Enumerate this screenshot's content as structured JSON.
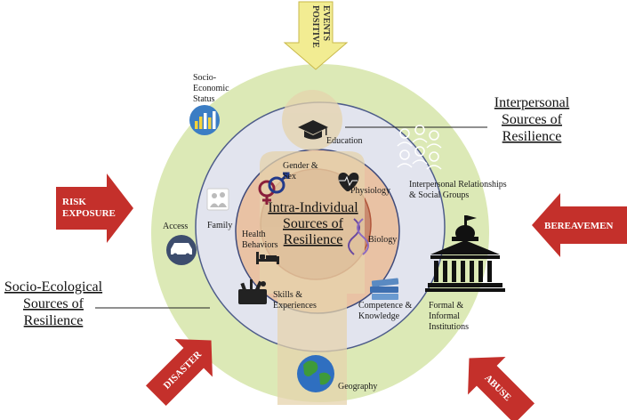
{
  "colors": {
    "outer_ring": "#dce9b6",
    "middle_ring": "#e2e4ee",
    "inner_ring": "#e9c2a4",
    "core": "#c98a6f",
    "figure": "#e5d3ac",
    "arrow_red": "#c4302b",
    "arrow_yellow": "#f2ec92"
  },
  "titles": {
    "intra": [
      "Intra-Individual",
      "Sources of",
      "Resilience"
    ],
    "interpersonal": [
      "Interpersonal",
      "Sources of",
      "Resilience"
    ],
    "socio_ecological": [
      "Socio-Ecological",
      "Sources of",
      "Resilience"
    ]
  },
  "arrows": {
    "positive": [
      "POSITIVE",
      "EVENTS"
    ],
    "risk": [
      "RISK",
      "EXPOSURE"
    ],
    "bereavement": "BEREAVEMEN",
    "disaster": "DISASTER",
    "abuse": "ABUSE"
  },
  "labels": {
    "socio_economic": [
      "Socio-",
      "Economic",
      "Status"
    ],
    "education": "Education",
    "interpersonal_relationships": [
      "Interpersonal Relationships",
      "& Social Groups"
    ],
    "gender": [
      "Gender &",
      "Sex"
    ],
    "physiology": "Physiology",
    "family": "Family",
    "access": "Access",
    "health": [
      "Health",
      "Behaviors"
    ],
    "biology": "Biology",
    "formal": [
      "Formal &",
      "Informal",
      "Institutions"
    ],
    "skills": [
      "Skills &",
      "Experiences"
    ],
    "competence": [
      "Competence &",
      "Knowledge"
    ],
    "geography": "Geography"
  },
  "icons": {
    "socio_economic": "bar-chart-icon",
    "education": "graduation-cap-icon",
    "people": "people-group-icon",
    "gender": "gender-symbols-icon",
    "physiology": "heartbeat-icon",
    "family": "family-icon",
    "access": "car-icon",
    "health": "bed-icon",
    "biology": "dna-icon",
    "institution": "government-building-icon",
    "skills": "toolbox-icon",
    "competence": "books-icon",
    "geography": "globe-icon"
  }
}
